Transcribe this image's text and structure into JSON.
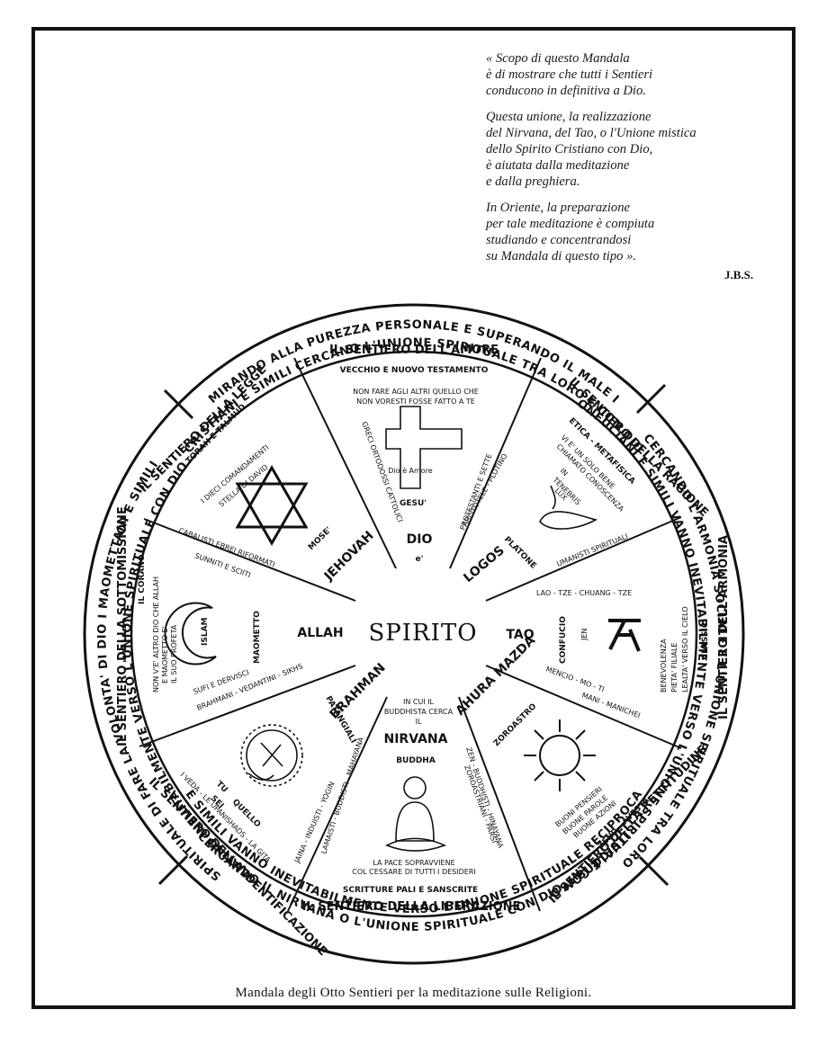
{
  "quote": {
    "p1": [
      "« Scopo di questo Mandala",
      "è di mostrare che tutti i Sentieri",
      "conducono in definitiva a Dio."
    ],
    "p2": [
      "Questa unione, la realizzazione",
      "del Nirvana, del Tao, o l'Unione mistica",
      "dello Spirito Cristiano con Dio,",
      "è aiutata dalla meditazione",
      "e dalla preghiera."
    ],
    "p3": [
      "In Oriente, la preparazione",
      "per tale meditazione è compiuta",
      "studiando e concentrandosi",
      "su Mandala di questo tipo »."
    ],
    "signature": "J.B.S."
  },
  "caption": "Mandala degli Otto Sentieri per la meditazione sulle Religioni.",
  "center": {
    "title": "SPIRITO",
    "west": "ALLAH",
    "east": "TAO",
    "north_top": "DIO",
    "north_bottom": "e'"
  },
  "rim": {
    "top_1": "MIRANDO ALLA PUREZZA PERSONALE E SUPERANDO IL MALE I",
    "top_2": "CRISTIANI E SIMILI CERCANO L'UNIONE SPIRITUALE TRA LORO E CON DIO",
    "left_1": "SPIRITUALE DI FARE LA VOLONTA' DI DIO I MAOMETTANI E SIMILI",
    "left_2": "VANNO INEVITABILMENTE VERSO L'UNIONE SPIRITUALE CON DIO",
    "left_3": "CERCANDO IN UNITA'",
    "right_1": "CERCANDO L'ARMONIA SOCIALE E L'UNIONE SPIRITUALE TRA LORO",
    "right_2": "I CONFUCIANI E SIMILI VANNO INEVITABILMENTE VERSO L'UNIONE SPIRITUALE CON DIO",
    "bottom_1": "CERCANDO IL NIRVANA O L'UNIONE SPIRITUALE CON DIO, I BUDDISTI",
    "bottom_2": "E SIMILI VANNO INEVITABILMENTE VERSO L'UNIONE SPIRITUALE RECIPROCA"
  },
  "sectors": {
    "amore": {
      "title": "IL SENTIERO DELL'AMORE",
      "sub": "VECCHIO E NUOVO TESTAMENTO",
      "note_1": "NON FARE AGLI ALTRI QUELLO CHE",
      "note_2": "NON VORESTI FOSSE FATTO A TE",
      "cross_text": "Dio è Amore",
      "name": "GESU'",
      "side_left": "GRECI ORTODOSSI CATTOLICI",
      "side_right": "PROTESTANTI E SETTE"
    },
    "ragione": {
      "title": "IL SENTIERO DELLA RAGIONE",
      "sub": "ETICA - METAFISICA",
      "note_1": "VI E' UN SOLO BENE",
      "note_2": "CHIAMATO CONOSCENZA",
      "lamp_1": "IN",
      "lamp_2": "TENEBRIS",
      "lamp_3": "LUX",
      "philo": "ARISTOTELE - PLOTINO",
      "name": "PLATONE",
      "name2": "LOGOS",
      "school": "UMANISTI SPIRITUALI"
    },
    "armonia": {
      "title": "IL SENTIERO DELL'ARMONIA",
      "sub": "I CLASSICI",
      "lao": "LAO - TZE - CHUANG - TZE",
      "name": "CONFUCIO",
      "jen": "JEN",
      "note_1": "BENEVOLENZA",
      "note_2": "PIETA' FILIALE",
      "note_3": "LEALTA' VERSO IL CIELO",
      "mencio": "MENCIO - MO - TI"
    },
    "rettitudine": {
      "title": "IL SENTIERO DELLA RETTITUDINE",
      "sub": "ZEND - AVESTA",
      "name": "ZOROASTRO",
      "god": "AHURA MAZDA",
      "mani": "MANI - MANICHEI",
      "note_1": "BUONI PENSIERI",
      "note_2": "BUONE PAROLE",
      "note_3": "BUONE AZIONI",
      "side": "ZOROASTRIANI - PARSI"
    },
    "liberazione": {
      "title": "IL SENTIERO DELLA LIBERAZIONE",
      "sub": "SCRITTURE PALI E SANSCRITE",
      "top_1": "IN CUI IL",
      "top_2": "BUDDHISTA CERCA",
      "top_3": "IL",
      "name": "NIRVANA",
      "name2": "BUDDHA",
      "note_1": "LA PACE SOPRAVVIENE",
      "note_2": "COL CESSARE DI TUTTI I DESIDERI",
      "side_left": "LAMAISTI - BUDDISTI - MAHAYANA",
      "side_right": "ZEN - BUDDHISTI - HINAYANA"
    },
    "identificazione": {
      "title": "IL SENTIERO DELLA IDENTIFICAZIONE",
      "sub": "I VEDA - LE UPANISHADS - LA GITA",
      "name": "BRAHMAN",
      "name2": "PATANGIALI",
      "tu_1": "TU",
      "tu_2": "SEI",
      "tu_3": "QUELLO",
      "schools": "BRAHMANI - VEDANTINI - SIKHS",
      "side": "JAINA - INDUISTI - YOGIN"
    },
    "sottomissione": {
      "title": "IL SENTIERO DELLA SOTTOMISSIONE",
      "sub": "IL CORANO",
      "note_1": "NON V'E' ALTRO DIO CHE ALLAH",
      "note_2": "E MAOMETTO E'",
      "note_3": "IL SUO PROFETA",
      "islam": "ISLAM",
      "name": "MAOMETTO",
      "sects": "SUNNITI E SCIITI",
      "sufi": "SUFI E DERVISCI"
    },
    "legge": {
      "title": "IL SENTIERO DELLA LEGGE",
      "sub": "TORAH E TALMUD",
      "note_1": "I DIECI COMANDAMENTI",
      "note_2": "STELLA DI DAVID",
      "name": "MOSE'",
      "name2": "JEHOVAH",
      "schools": "CABALISTI EBREI RIFORMATI"
    }
  }
}
